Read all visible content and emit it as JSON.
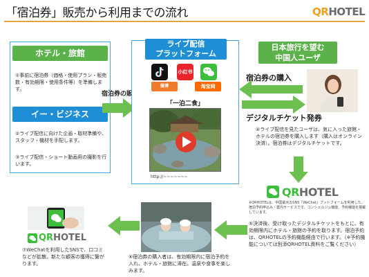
{
  "header": {
    "title": "「宿泊券」販売から利用までの流れ",
    "logo_q": "QR",
    "logo_rest": "HOTEL"
  },
  "left": {
    "hotel_label": "ホテル・旅館",
    "hotel_text": "①事前に宿泊券（価格・使用プラン・販売数・有効期限・使用条件等）を準備します。",
    "ebiz_label": "イー・ビジネス",
    "ebiz_text2": "②ライブ配信に向けた企画・取材準備や、スタッフ・機材を手配します。",
    "ebiz_text3": "③ライブ配信・ショート動画用の撮影を行います。"
  },
  "center": {
    "sell_label": "宿泊券の販売",
    "live_label_1": "ライブ配信",
    "live_label_2": "プラットフォーム",
    "apps": {
      "xhs": "小红书",
      "weibo": "微博",
      "taobao": "淘宝网"
    },
    "one_night": "「一泊二食」",
    "url": "http://~~~~~~~"
  },
  "right": {
    "jp_label_1": "日本旅行を望む",
    "jp_label_2": "中国人ユーザ",
    "buy_label": "宿泊券の購入",
    "digital_label": "デジタルチケット発券",
    "text4": "④ライブ配信を見たユーザは、気に入った旅館・ホテルの宿泊券を購入します（購入はオンライン決済）。宿泊券はデジタルチケットです。",
    "qr_q": "QR",
    "qr_rest": "HOTEL",
    "note": "※QRHOTELは、中国最大のSNS「WeChat」プットフォームを利用した、宿泊予約申込み・案内サービスです。コンシェルジュ機能、予約機能を搭載しています。",
    "text5": "⑤決済後、受け取ったデジタルチケットをもとに、有効期限内にホテル・旅館の予約を取ります。宿泊予約は、QRHOTELの予約機能経由で行います。（※予約機能については別添QRHOTEL資料をご覧ください）"
  },
  "bottom": {
    "text6": "⑥宿泊券の購入者は、有効期限内に宿泊予約を入れ、ホテル・旅館に滞在。温泉や食事を楽しみます。",
    "qr_q": "QR",
    "qr_rest": "HOTEL",
    "text7": "⑦WeChatを利用したSNSで、口コミなどが拡散。新たな顧客の獲得に繋がります。"
  },
  "colors": {
    "accent_orange": "#e8a33a",
    "green": "#5bb24a",
    "blue": "#1e8fd6",
    "border_blue": "#4aa3d8"
  }
}
